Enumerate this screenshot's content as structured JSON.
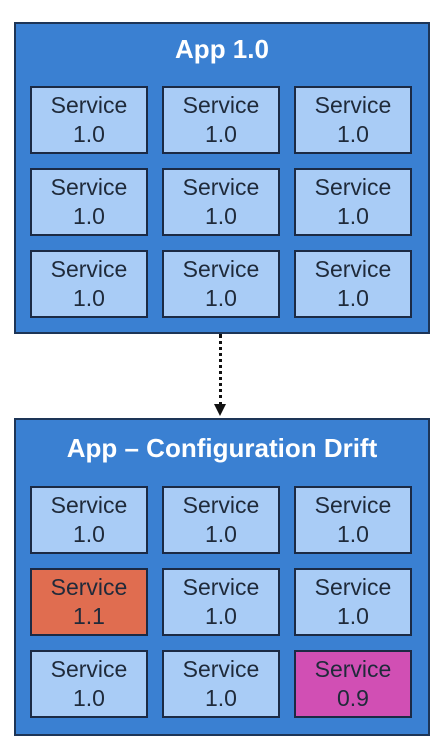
{
  "colors": {
    "app_fill": "#3a80d2",
    "app_border": "#1d3557",
    "service_default": "#a9ccf6",
    "service_newer": "#e06d50",
    "service_older": "#d14fb4",
    "connector": "#111111"
  },
  "apps": [
    {
      "title": "App 1.0",
      "services": [
        {
          "name": "Service",
          "version": "1.0",
          "status": "default"
        },
        {
          "name": "Service",
          "version": "1.0",
          "status": "default"
        },
        {
          "name": "Service",
          "version": "1.0",
          "status": "default"
        },
        {
          "name": "Service",
          "version": "1.0",
          "status": "default"
        },
        {
          "name": "Service",
          "version": "1.0",
          "status": "default"
        },
        {
          "name": "Service",
          "version": "1.0",
          "status": "default"
        },
        {
          "name": "Service",
          "version": "1.0",
          "status": "default"
        },
        {
          "name": "Service",
          "version": "1.0",
          "status": "default"
        },
        {
          "name": "Service",
          "version": "1.0",
          "status": "default"
        }
      ]
    },
    {
      "title": "App – Configuration Drift",
      "services": [
        {
          "name": "Service",
          "version": "1.0",
          "status": "default"
        },
        {
          "name": "Service",
          "version": "1.0",
          "status": "default"
        },
        {
          "name": "Service",
          "version": "1.0",
          "status": "default"
        },
        {
          "name": "Service",
          "version": "1.1",
          "status": "newer"
        },
        {
          "name": "Service",
          "version": "1.0",
          "status": "default"
        },
        {
          "name": "Service",
          "version": "1.0",
          "status": "default"
        },
        {
          "name": "Service",
          "version": "1.0",
          "status": "default"
        },
        {
          "name": "Service",
          "version": "1.0",
          "status": "default"
        },
        {
          "name": "Service",
          "version": "0.9",
          "status": "older"
        }
      ]
    }
  ],
  "connector": {
    "style": "dotted",
    "direction": "down",
    "from": 0,
    "to": 1
  }
}
